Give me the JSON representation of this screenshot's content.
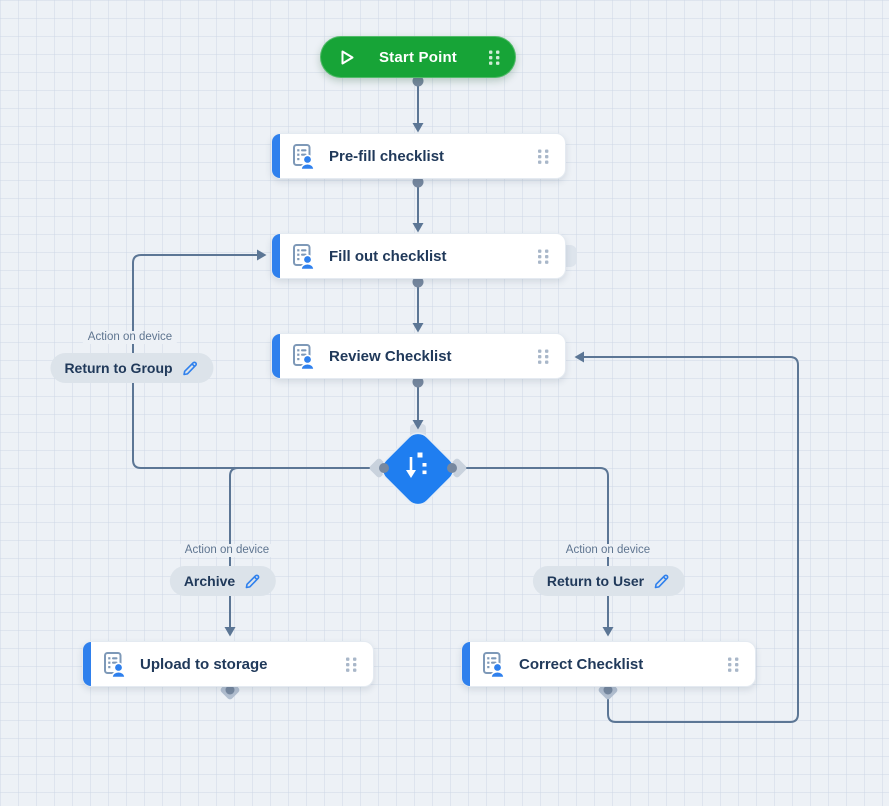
{
  "start": {
    "label": "Start Point"
  },
  "nodes": [
    {
      "label": "Pre-fill checklist"
    },
    {
      "label": "Fill out checklist"
    },
    {
      "label": "Review Checklist"
    },
    {
      "label": "Upload to storage"
    },
    {
      "label": "Correct Checklist"
    }
  ],
  "actions": [
    {
      "caption": "Action on device",
      "label": "Return to Group"
    },
    {
      "caption": "Action on device",
      "label": "Archive"
    },
    {
      "caption": "Action on device",
      "label": "Return to User"
    }
  ],
  "icons": {
    "start": "play-icon",
    "step": "checklist-person-icon",
    "decision": "branch-icon",
    "action_edit": "pencil-icon",
    "drag": "drag-handle-dots-icon"
  },
  "colors": {
    "green": "#17a437",
    "accent-blue": "#2f80ed",
    "diamond-blue": "#1f7ef0",
    "line": "#5c7695",
    "navy": "#20395a",
    "pill-bg": "#dce3ea",
    "canvas": "#edf1f6",
    "muted": "#5f7590"
  }
}
